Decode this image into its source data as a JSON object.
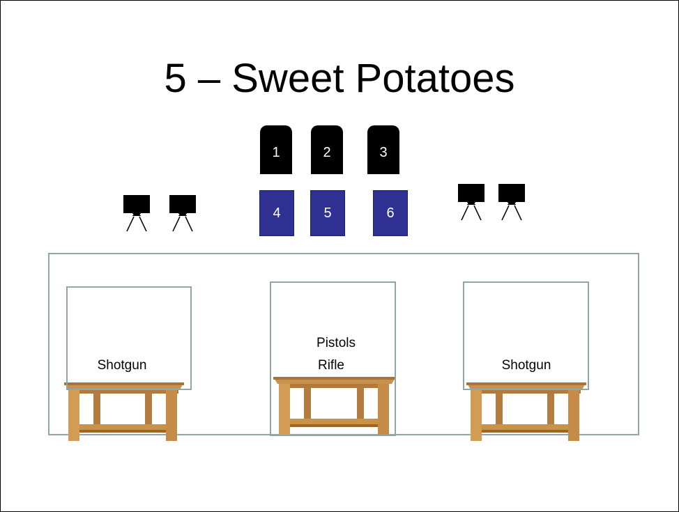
{
  "title": "5 – Sweet Potatoes",
  "targets": {
    "tombstones": [
      "1",
      "2",
      "3"
    ],
    "boxes": [
      "4",
      "5",
      "6"
    ]
  },
  "bays": [
    {
      "label": "Shotgun"
    },
    {
      "label_line1": "Pistols",
      "label_line2": "Rifle"
    },
    {
      "label": "Shotgun"
    }
  ],
  "colors": {
    "box_blue": "#2e3192",
    "bay_border": "#8fa6a6",
    "table_wood": "#c8924a"
  },
  "icons": [
    "steel-target-icon",
    "table-icon"
  ]
}
